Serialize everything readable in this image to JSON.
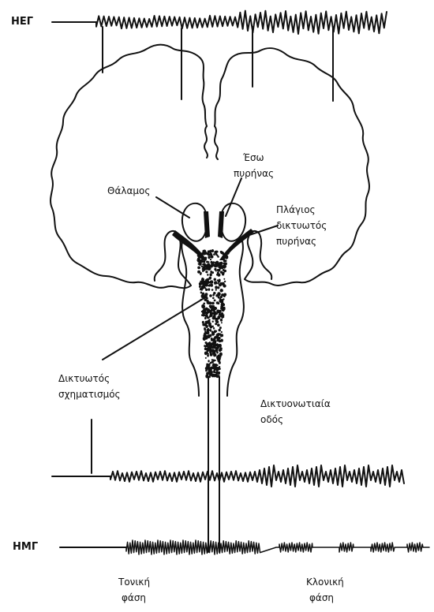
{
  "diagram": {
    "traces": {
      "eeg_label": "ΗΕΓ",
      "emg_label": "ΗΜΓ"
    },
    "labels": {
      "thalamus": "Θάλαμος",
      "inner_nucleus_1": "Έσω",
      "inner_nucleus_2": "πυρήνας",
      "lateral_reticular_1": "Πλάγιος",
      "lateral_reticular_2": "δικτυωτός",
      "lateral_reticular_3": "πυρήνας",
      "reticular_formation_1": "Δικτυωτός",
      "reticular_formation_2": "σχηματισμός",
      "reticulospinal_1": "Δικτυονωτιαία",
      "reticulospinal_2": "οδός",
      "tonic_1": "Τονική",
      "tonic_2": "φάση",
      "clonic_1": "Κλονική",
      "clonic_2": "φάση"
    },
    "colors": {
      "ink": "#111111",
      "background": "#ffffff"
    }
  }
}
